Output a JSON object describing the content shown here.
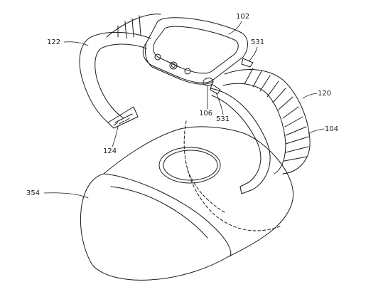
{
  "figure": {
    "reference_numerals": {
      "watch": "102",
      "band_left": "122",
      "connector_upper": "531",
      "band_right": "120",
      "sensor": "106",
      "connector_lower": "531",
      "dock_strap": "104",
      "band_end": "124",
      "charging_stand": "354"
    },
    "stroke_color": "#1a1a1a",
    "background_color": "#ffffff"
  }
}
